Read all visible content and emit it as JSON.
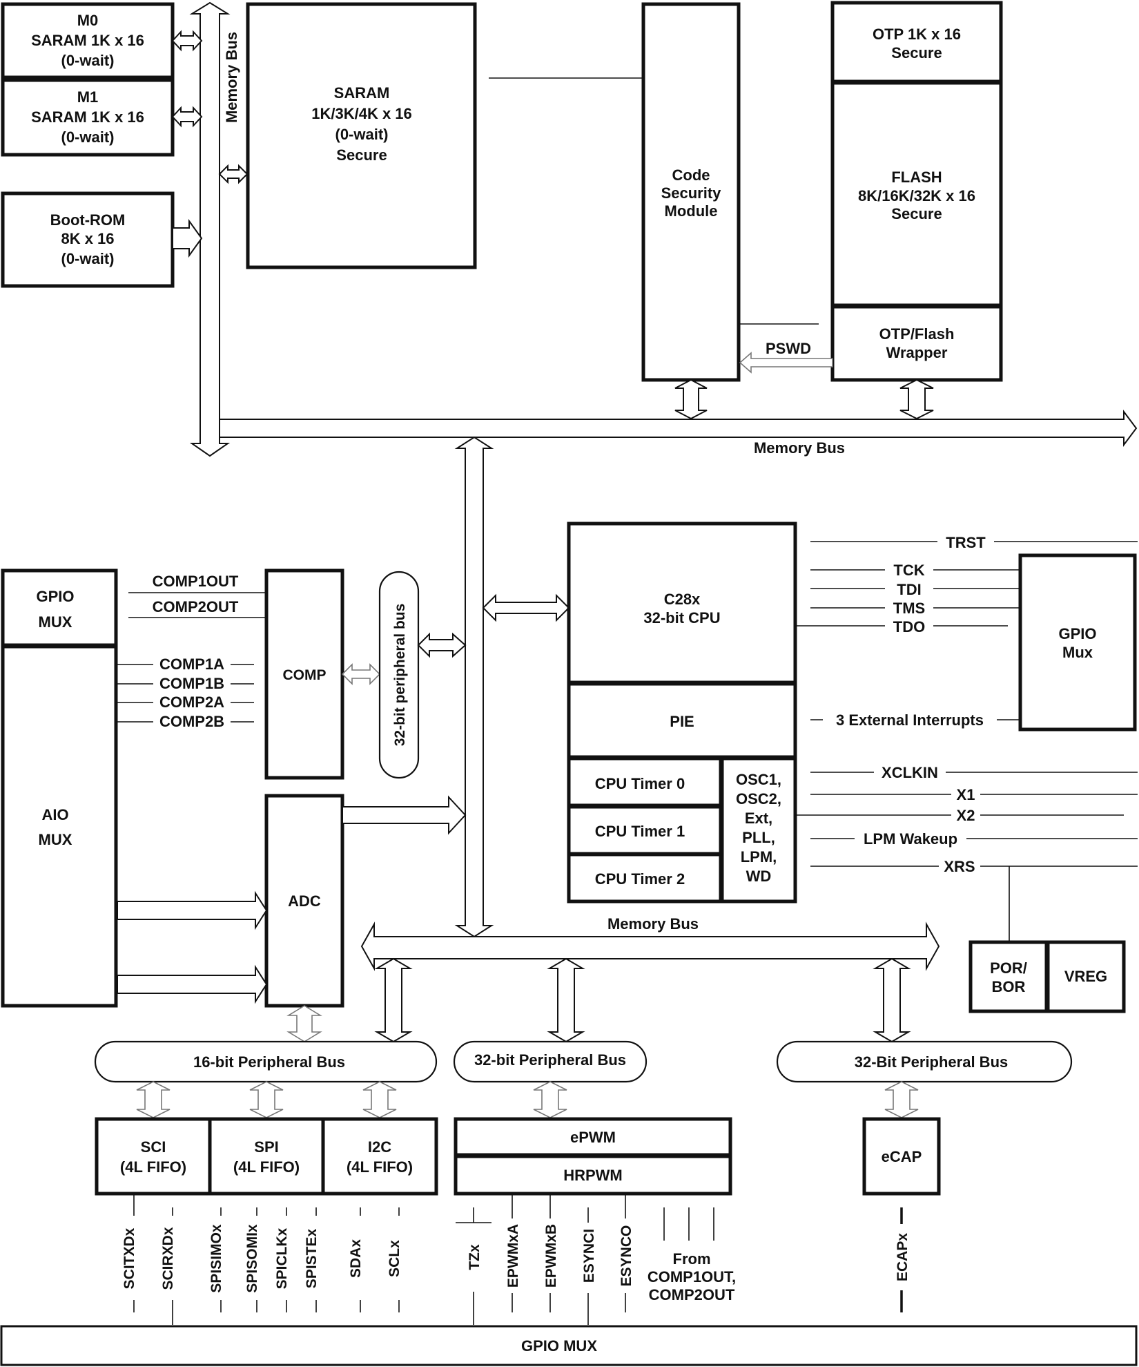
{
  "memory": {
    "m0": [
      "M0",
      "SARAM 1K x 16",
      "(0-wait)"
    ],
    "m1": [
      "M1",
      "SARAM 1K x 16",
      "(0-wait)"
    ],
    "bootrom": [
      "Boot-ROM",
      "8K x 16",
      "(0-wait)"
    ],
    "saram": [
      "SARAM",
      "1K/3K/4K x 16",
      "(0-wait)",
      "Secure"
    ],
    "csm": [
      "Code",
      "Security",
      "Module"
    ],
    "otp": [
      "OTP 1K x 16",
      "Secure"
    ],
    "flash": [
      "FLASH",
      "8K/16K/32K x 16",
      "Secure"
    ],
    "wrapper": [
      "OTP/Flash",
      "Wrapper"
    ],
    "pswd": "PSWD",
    "bus_vertical": "Memory Bus",
    "bus_horizontal": "Memory Bus"
  },
  "analog": {
    "gpio_mux": [
      "GPIO",
      "MUX"
    ],
    "aio_mux": [
      "AIO",
      "MUX"
    ],
    "comp_out": [
      "COMP1OUT",
      "COMP2OUT"
    ],
    "comp_in": [
      "COMP1A",
      "COMP1B",
      "COMP2A",
      "COMP2B"
    ],
    "comp": "COMP",
    "adc": "ADC",
    "periph_bus": "32-bit peripheral bus"
  },
  "cpu": {
    "core": [
      "C28x",
      "32-bit CPU"
    ],
    "pie": "PIE",
    "timers": [
      "CPU Timer 0",
      "CPU Timer 1",
      "CPU Timer 2"
    ],
    "osc": [
      "OSC1,",
      "OSC2,",
      "Ext,",
      "PLL,",
      "LPM,",
      "WD"
    ],
    "jtag": [
      "TRST",
      "TCK",
      "TDI",
      "TMS",
      "TDO"
    ],
    "gpio_mux": [
      "GPIO",
      "Mux"
    ],
    "ext_int": "3 External Interrupts",
    "clock_signals": [
      "XCLKIN",
      "X1",
      "X2",
      "LPM Wakeup",
      "XRS"
    ],
    "por": [
      "POR/",
      "BOR"
    ],
    "vreg": "VREG"
  },
  "peripheral": {
    "memory_bus": "Memory Bus",
    "bus16": "16-bit Peripheral Bus",
    "bus32a": "32-bit Peripheral Bus",
    "bus32b": "32-Bit Peripheral Bus",
    "sci": [
      "SCI",
      "(4L FIFO)"
    ],
    "spi": [
      "SPI",
      "(4L FIFO)"
    ],
    "i2c": [
      "I2C",
      "(4L FIFO)"
    ],
    "epwm": "ePWM",
    "hrpwm": "HRPWM",
    "ecap": "eCAP",
    "pins": [
      "SCITXDx",
      "SCIRXDx",
      "SPISIMOx",
      "SPISOMIx",
      "SPICLKx",
      "SPISTEx",
      "SDAx",
      "SCLx",
      "TZx",
      "EPWMxA",
      "EPWMxB",
      "ESYNCI",
      "ESYNCO"
    ],
    "ecap_pin": "ECAPx",
    "from_comp": [
      "From",
      "COMP1OUT,",
      "COMP2OUT"
    ],
    "gpio_mux_bottom": "GPIO MUX"
  }
}
